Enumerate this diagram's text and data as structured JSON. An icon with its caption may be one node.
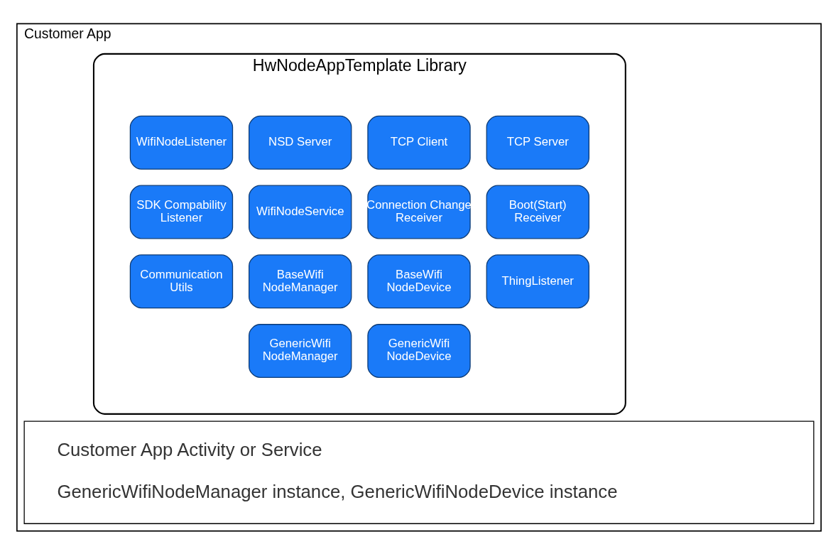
{
  "diagram": {
    "nodes": [
      {
        "text": [
          "Customer App"
        ]
      },
      {
        "text": [
          "HwNodeAppTemplate Library"
        ],
        "in": 0
      },
      {
        "text": [
          "TCP Server"
        ],
        "in": 1
      },
      {
        "text": [
          "TCP Client"
        ],
        "in": 1
      },
      {
        "text": [
          "NSD Server"
        ],
        "in": 1
      },
      {
        "text": [
          "WifiNodeListener"
        ],
        "in": 1
      },
      {
        "text": [
          "Boot(Start) Receiver"
        ],
        "in": 1
      },
      {
        "text": [
          "Connection Change Receiver"
        ],
        "in": 1
      },
      {
        "text": [
          "WifiNodeService"
        ],
        "in": 1
      },
      {
        "text": [
          "SDK Compability Listener"
        ],
        "in": 1
      },
      {
        "text": [
          "ThingListener"
        ],
        "in": 1
      },
      {
        "text": [
          "BaseWifi NodeDevice"
        ],
        "in": 1
      },
      {
        "text": [
          "BaseWifi NodeManager"
        ],
        "in": 1
      },
      {
        "text": [
          "Communication Utils"
        ],
        "in": 1
      },
      {
        "text": [
          "GenericWifi NodeDevice"
        ],
        "in": 1
      },
      {
        "text": [
          "GenericWifi NodeManager"
        ],
        "in": 1
      },
      {
        "text": [
          "Customer App Activity or Service",
          "GenericWifiNodeManager instance, GenericWifiNodeDevice instance"
        ],
        "in": 0
      }
    ],
    "edges": []
  }
}
